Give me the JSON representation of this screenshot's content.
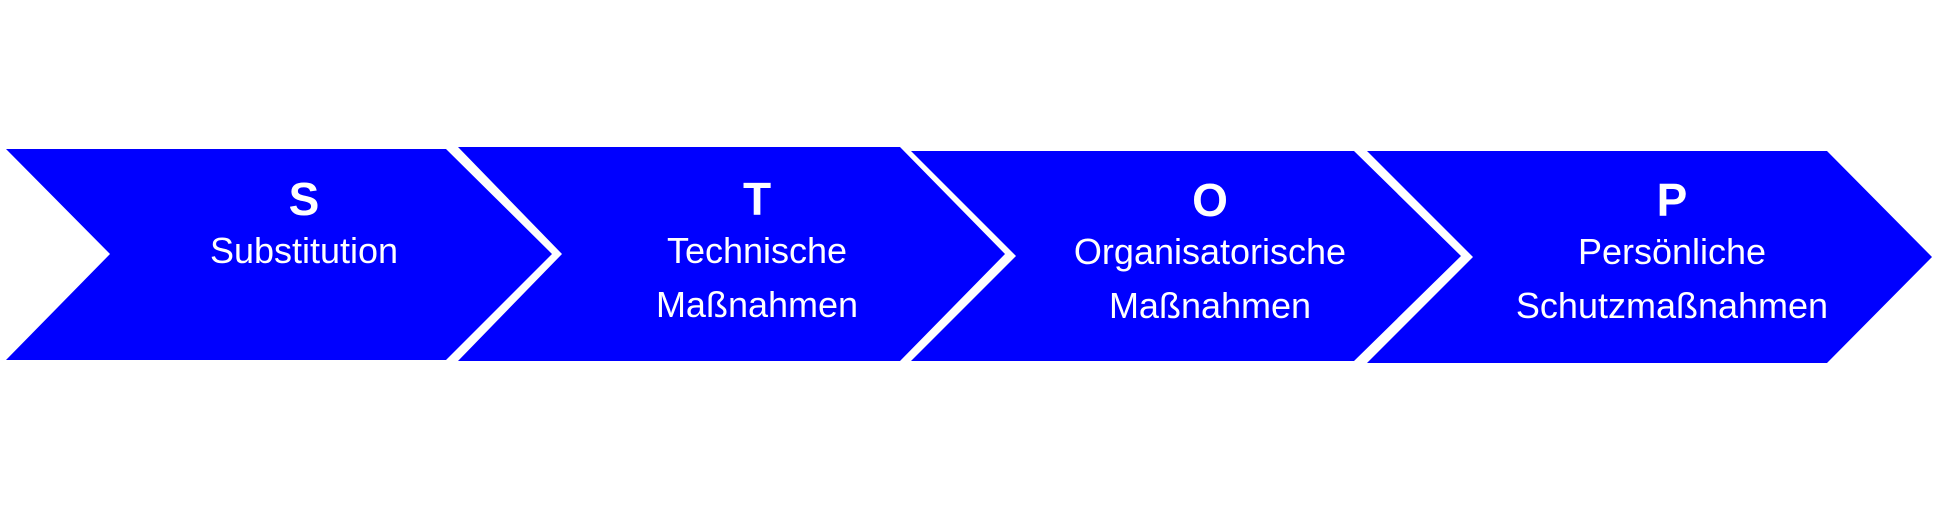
{
  "diagram": {
    "fill_color": "#0000ff",
    "text_color": "#ffffff",
    "steps": [
      {
        "letter": "S",
        "lines": [
          "Substitution"
        ]
      },
      {
        "letter": "T",
        "lines": [
          "Technische",
          "Maßnahmen"
        ]
      },
      {
        "letter": "O",
        "lines": [
          "Organisatorische",
          "Maßnahmen"
        ]
      },
      {
        "letter": "P",
        "lines": [
          "Persönliche",
          "Schutzmaßnahmen"
        ]
      }
    ]
  }
}
